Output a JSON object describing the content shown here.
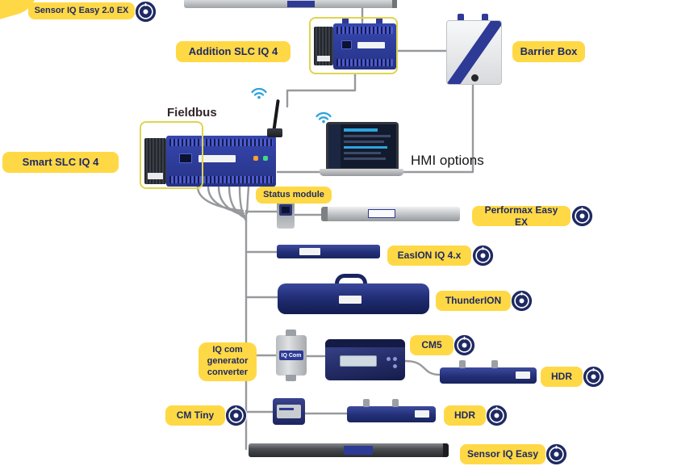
{
  "palette": {
    "label_bg": "#FFD845",
    "label_text": "#1F2A63",
    "device_navy": "#2D3A96",
    "device_dark_navy": "#1A2560",
    "bar_gray": "#C4C7CA",
    "connector_gray": "#97999C",
    "wifi_blue": "#2FA3DC",
    "highlight_outline": "#E0D44F"
  },
  "labels": {
    "sensor_iq_easy_2_ex": "Sensor IQ Easy 2.0 EX",
    "addition_slc": "Addition SLC IQ 4",
    "barrier_box": "Barrier Box",
    "fieldbus": "Fieldbus",
    "smart_slc": "Smart SLC IQ 4",
    "hmi_options": "HMI options",
    "status_module": "Status module",
    "performax_easy_ex": "Performax Easy EX",
    "easion_iq": "EasION IQ 4.x",
    "thunderion": "ThunderION",
    "iq_com_converter": "IQ com generator converter",
    "cm5": "CM5",
    "hdr_upper": "HDR",
    "cm_tiny": "CM Tiny",
    "hdr_lower": "HDR",
    "sensor_iq_easy": "Sensor IQ Easy"
  },
  "devices": {
    "iq_com_plate": "IQ Com"
  }
}
